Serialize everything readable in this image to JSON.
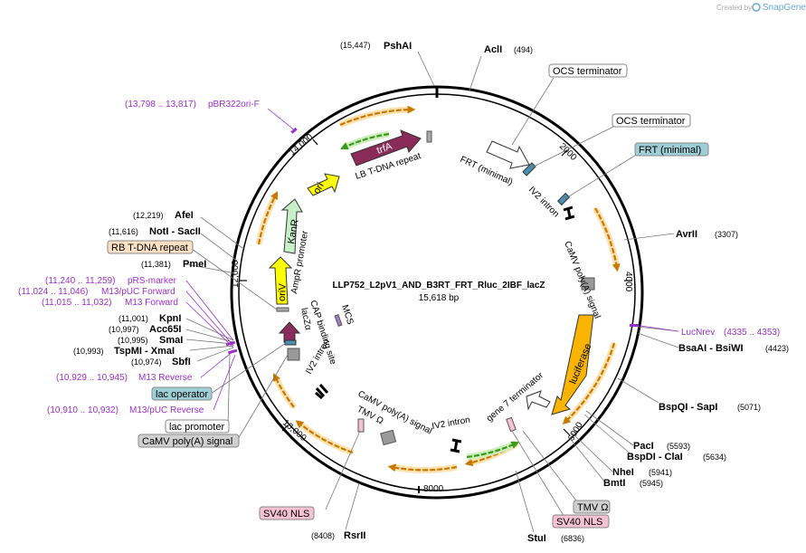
{
  "brand": {
    "created_by": "Created by",
    "name": "SnapGene"
  },
  "plasmid": {
    "name": "LLP752_L2pV1_AND_B3RT_FRT_Rluc_2IBF_lacZ",
    "size": "15,618 bp"
  },
  "ticks": [
    "2000",
    "4000",
    "6000",
    "8000",
    "10,000",
    "12,000",
    "14,000"
  ],
  "enzymes": [
    {
      "pos": "(15,447)",
      "name": "PshAI"
    },
    {
      "pos": "(494)",
      "name": "AclI"
    },
    {
      "pos": "(3307)",
      "name": "AvrII"
    },
    {
      "pos": "(4423)",
      "name": "BsaAI - BsiWI"
    },
    {
      "pos": "(5071)",
      "name": "BspQI - SapI"
    },
    {
      "pos": "(5593)",
      "name": "PacI"
    },
    {
      "pos": "(5634)",
      "name": "BspDI - ClaI"
    },
    {
      "pos": "(5941)",
      "name": "NheI"
    },
    {
      "pos": "(5945)",
      "name": "BmtI"
    },
    {
      "pos": "(6836)",
      "name": "StuI"
    },
    {
      "pos": "(8408)",
      "name": "RsrII"
    },
    {
      "pos": "(12,219)",
      "name": "AfeI"
    },
    {
      "pos": "(11,616)",
      "name": "NotI - SacII"
    },
    {
      "pos": "(11,381)",
      "name": "PmeI"
    },
    {
      "pos": "(11,001)",
      "name": "KpnI"
    },
    {
      "pos": "(10,997)",
      "name": "Acc65I"
    },
    {
      "pos": "(10,995)",
      "name": "SmaI"
    },
    {
      "pos": "(10,993)",
      "name": "TspMI - XmaI"
    },
    {
      "pos": "(10,974)",
      "name": "SbfI"
    }
  ],
  "primers": [
    {
      "range": "(13,798 .. 13,817)",
      "name": "pBR322ori-F"
    },
    {
      "range": "(4335 .. 4353)",
      "name": "LucNrev"
    },
    {
      "range": "(11,240 .. 11,259)",
      "name": "pRS-marker"
    },
    {
      "range": "(11,024 .. 11,046)",
      "name": "M13/pUC Forward"
    },
    {
      "range": "(11,015 .. 11,032)",
      "name": "M13 Forward"
    },
    {
      "range": "(10,929 .. 10,945)",
      "name": "M13 Reverse"
    },
    {
      "range": "(10,910 .. 10,932)",
      "name": "M13/pUC Reverse"
    }
  ],
  "boxed_features": {
    "ocs1": "OCS terminator",
    "ocs2": "OCS terminator",
    "frt": "FRT (minimal)",
    "rb": "RB T-DNA repeat",
    "lacop": "lac operator",
    "lacprom": "lac promoter",
    "camv": "CaMV poly(A) signal",
    "sv40a": "SV40 NLS",
    "tmv": "TMV Ω",
    "sv40b": "SV40 NLS"
  },
  "inner_labels": {
    "lb": "LB T-DNA repeat",
    "frt": "FRT (minimal)",
    "iv2a": "IV2 intron",
    "camv1": "CaMV poly(A) signal",
    "g7": "gene 7 terminator",
    "iv2b": "IV2 intron",
    "camv2": "CaMV poly(A) signal",
    "tmv": "TMV Ω",
    "iv2c": "IV2 intron",
    "cap": "CAP binding site",
    "mcs": "MCS",
    "lacz": "lacZα",
    "ampr": "AmpR promoter"
  },
  "arrow_labels": {
    "trfa": "trfA",
    "ori": "ori",
    "kanr": "KanR",
    "oriv": "oriV",
    "luciferase": "luciferase"
  },
  "colors": {
    "primer": "#9b30c9",
    "orf": "#f5a623",
    "trfa": "#8a2b5a",
    "ori": "#ffff00",
    "kanr": "#c8f0c8",
    "frt_box": "#9fcfd6",
    "rb_box": "#fbe0c4",
    "sv40_box": "#f4c2d2",
    "grey_box": "#d0d0d0"
  }
}
